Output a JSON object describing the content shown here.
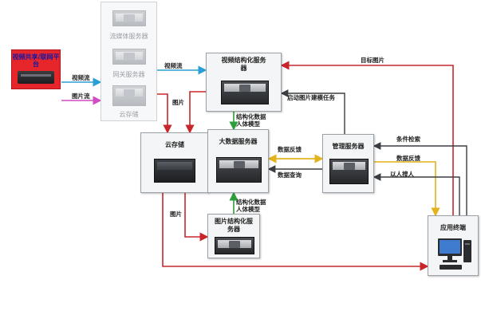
{
  "platform": {
    "label": "视频共享/联网平台"
  },
  "left_stack": {
    "stream_server": "流媒体服务器",
    "gateway_server": "网关服务器",
    "cloud_storage": "云存储"
  },
  "nodes": {
    "video_struct": "视频结构化服务\n器",
    "cloud_storage": "云存储",
    "big_data": "大数据服务器",
    "mgmt": "管理服务器",
    "image_struct": "图片结构化服\n务器",
    "app_terminal": "应用终端"
  },
  "edges": {
    "video_stream_1": "视频流",
    "image_stream": "图片流",
    "video_stream_2": "视频流",
    "image_1": "图片",
    "target_image": "目标图片",
    "start_modeling": "启动图片建模任务",
    "struct_data_1": "结构化数据\n人体模型",
    "data_feedback_1": "数据反馈",
    "data_query": "数据查询",
    "condition_search": "条件检索",
    "data_feedback_2": "数据反馈",
    "search_by_image": "以人搜人",
    "struct_data_2": "结构化数据\n人体模型",
    "image_2": "图片"
  },
  "colors": {
    "red": "#c8262b",
    "blue": "#2a9fd6",
    "magenta": "#d24cc4",
    "green": "#2e9e3a",
    "yellow": "#e3b21c",
    "dark": "#3a3d42"
  }
}
